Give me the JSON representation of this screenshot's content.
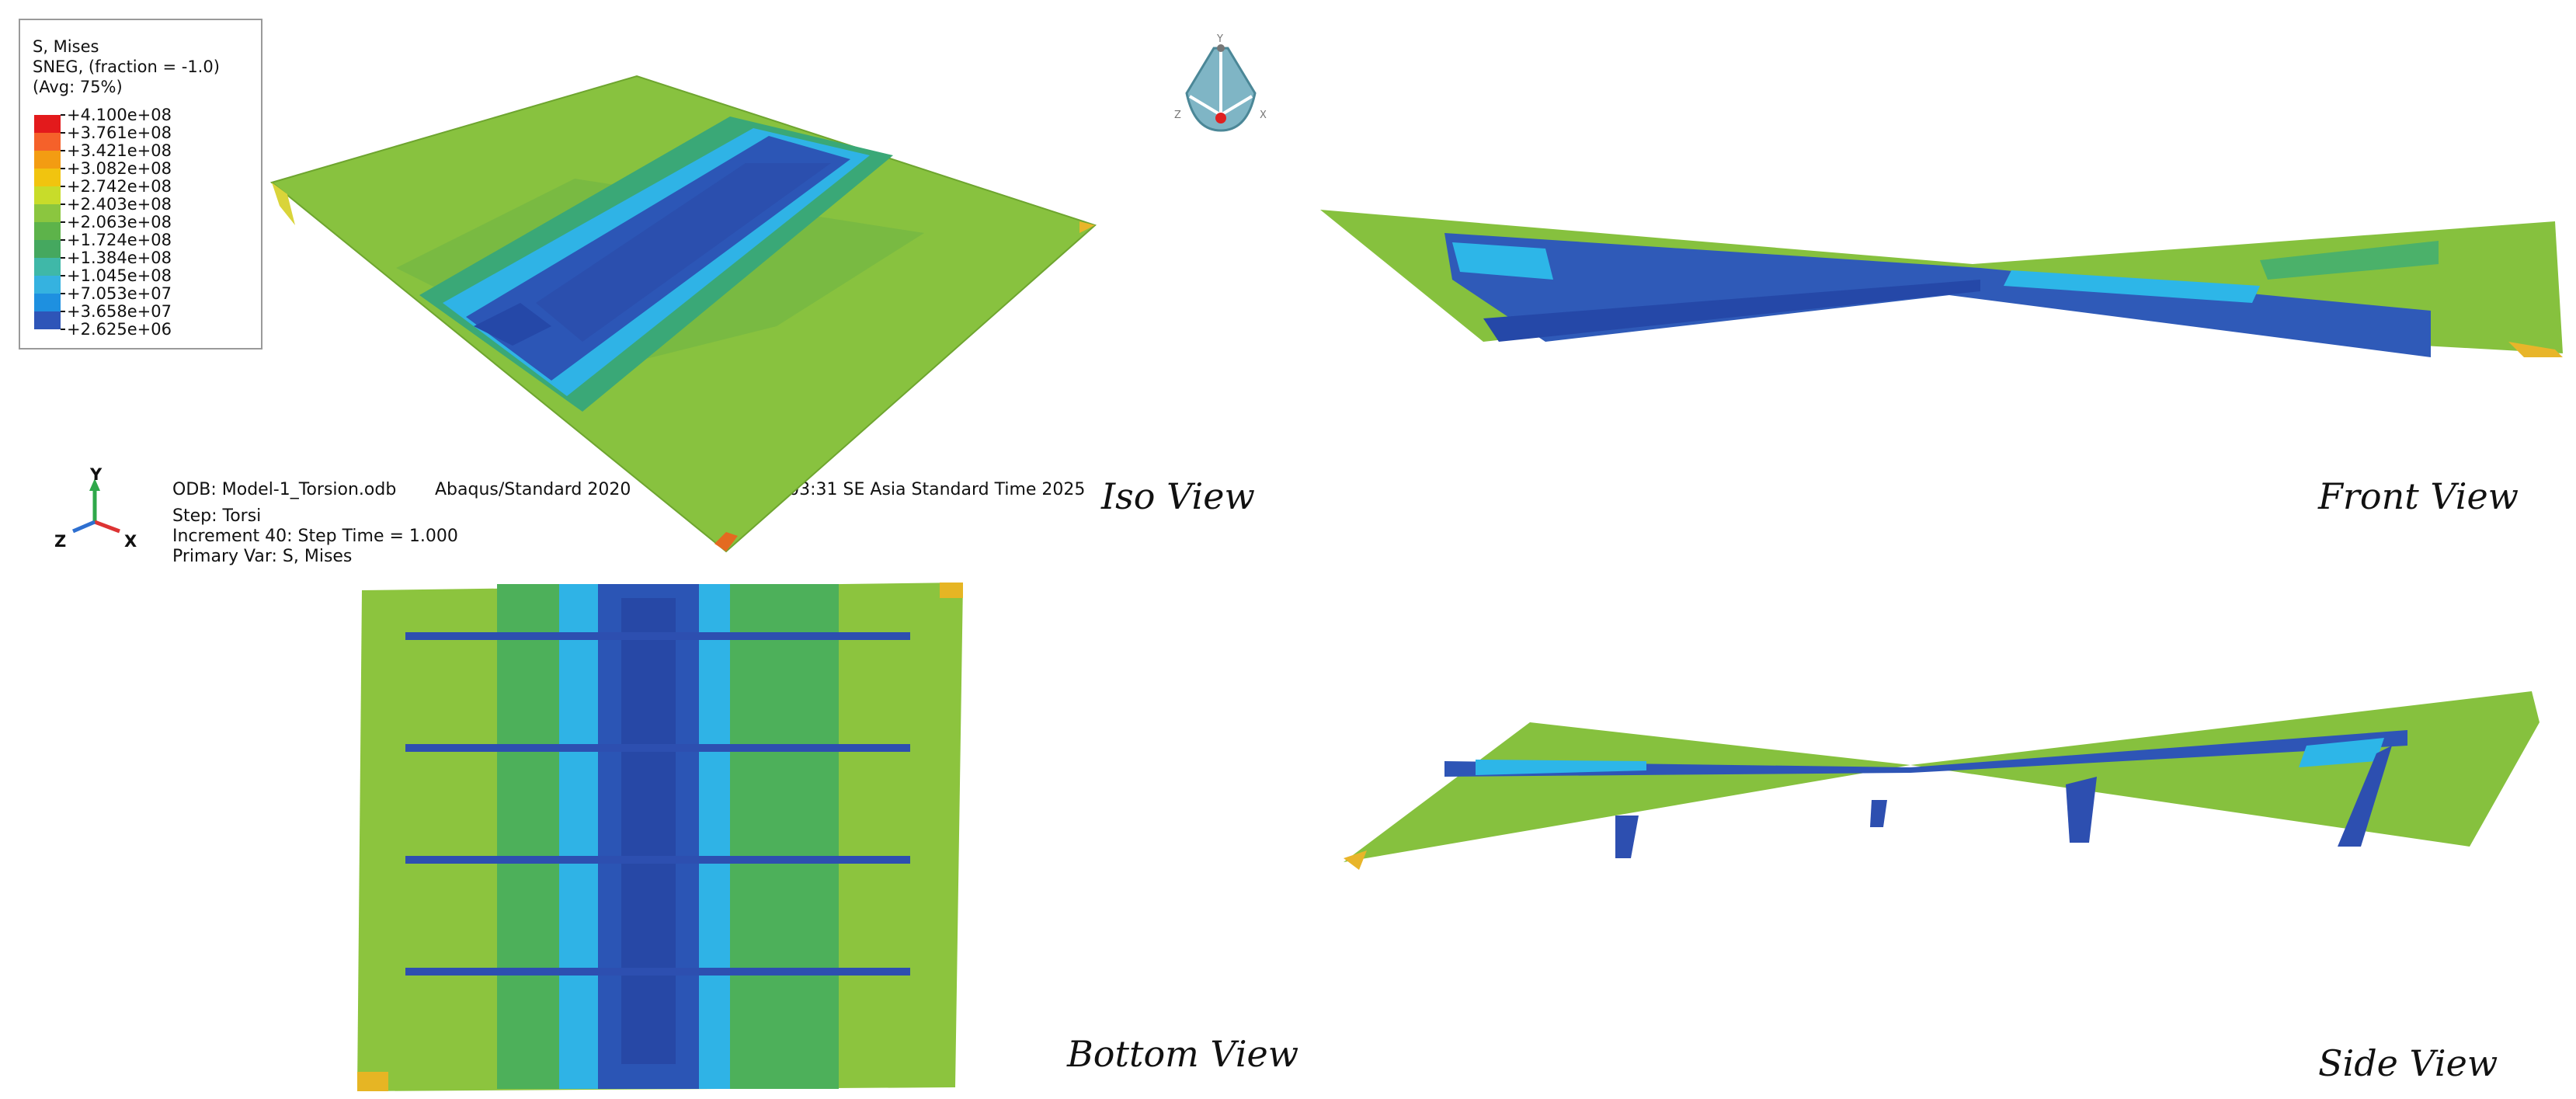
{
  "legend": {
    "title_lines": [
      "S, Mises",
      "SNEG, (fraction = -1.0)",
      "(Avg: 75%)"
    ],
    "levels": [
      "+4.100e+08",
      "+3.761e+08",
      "+3.421e+08",
      "+3.082e+08",
      "+2.742e+08",
      "+2.403e+08",
      "+2.063e+08",
      "+1.724e+08",
      "+1.384e+08",
      "+1.045e+08",
      "+7.053e+07",
      "+3.658e+07",
      "+2.625e+06"
    ],
    "colors": [
      "#e31a1c",
      "#f5612a",
      "#f39c12",
      "#f1c40f",
      "#c8dc2a",
      "#8bc63f",
      "#5db34a",
      "#45a85f",
      "#3fb8a8",
      "#35b2e0",
      "#1e90e0",
      "#2e55b8",
      "#283593"
    ]
  },
  "info": {
    "odb": "ODB: Model-1_Torsion.odb",
    "solver": "Abaqus/Standard 2020",
    "date": "Mon Jun 16 16:03:31 SE Asia Standard Time 2025",
    "step": "Step: Torsi",
    "increment": "Increment      40: Step Time =     1.000",
    "primary_var": "Primary Var: S, Mises"
  },
  "triad": {
    "y": "Y",
    "x": "X",
    "z": "Z"
  },
  "view_cube": {
    "y": "Y",
    "x": "X",
    "z": "Z"
  },
  "views": {
    "iso": "Iso View",
    "front": "Front View",
    "bottom": "Bottom View",
    "side": "Side View"
  }
}
